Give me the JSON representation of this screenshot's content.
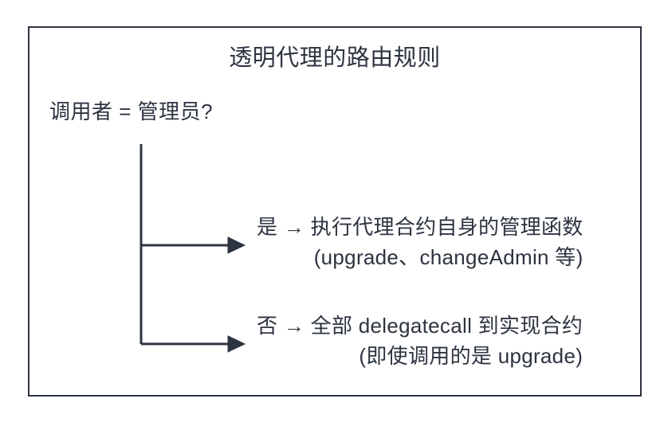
{
  "diagram": {
    "title": "透明代理的路由规则",
    "decision": {
      "label": "调用者 = 管理员?"
    },
    "branches": [
      {
        "id": "yes",
        "main": "是 → 执行代理合约自身的管理函数",
        "sub": "(upgrade、changeAdmin 等)"
      },
      {
        "id": "no",
        "main": "否 → 全部 delegatecall 到实现合约",
        "sub": "(即使调用的是 upgrade)"
      }
    ],
    "colors": {
      "stroke": "#2c3440",
      "text": "#2d3440",
      "background": "#ffffff"
    }
  }
}
